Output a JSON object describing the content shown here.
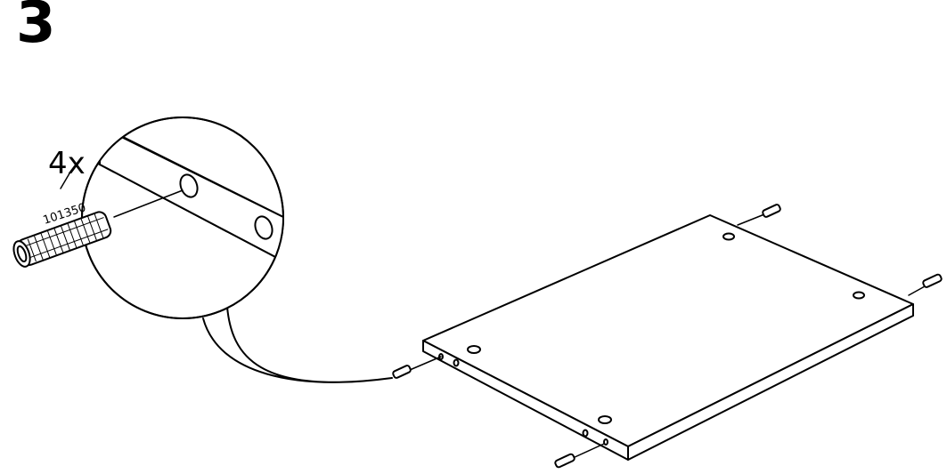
{
  "step": {
    "number": "3"
  },
  "callout": {
    "quantity": "4x",
    "part_number": "101350"
  },
  "colors": {
    "ink": "#000000",
    "paper": "#ffffff"
  },
  "icons": [
    "dowel-icon",
    "panel-icon",
    "magnifier-callout-icon"
  ]
}
